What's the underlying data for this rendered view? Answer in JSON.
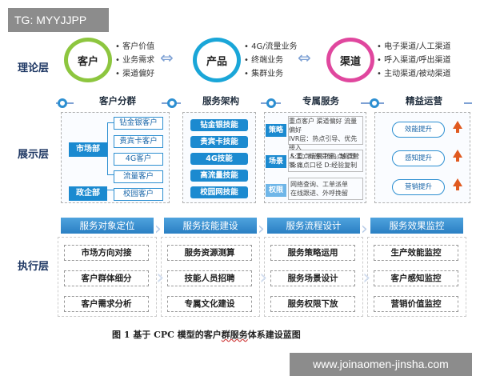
{
  "watermarks": {
    "top": "TG: MYYJJPP",
    "bottom": "www.joinaomen-jinsha.com"
  },
  "layers": {
    "theory": "理论层",
    "display": "展示层",
    "execution": "执行层"
  },
  "theory": {
    "customer": {
      "label": "客户",
      "items": [
        "客户价值",
        "业务需求",
        "渠道偏好"
      ]
    },
    "product": {
      "label": "产品",
      "items": [
        "4G/流量业务",
        "终端业务",
        "集群业务"
      ]
    },
    "channel": {
      "label": "渠道",
      "items": [
        "电子渠道/人工渠道",
        "呼入渠道/呼出渠道",
        "主动渠道/被动渠道"
      ]
    }
  },
  "sections": {
    "segmentation": "客户分群",
    "architecture": "服务架构",
    "dedicated": "专属服务",
    "operation": "精益运营"
  },
  "segmentation": {
    "market_dept": "市场部",
    "gov_dept": "政企部",
    "market_groups": [
      "钻金银客户",
      "贵宾卡客户",
      "4G客户",
      "流量客户"
    ],
    "gov_groups": [
      "校园客户"
    ]
  },
  "architecture": {
    "skills": [
      "钻金银技能",
      "贵宾卡技能",
      "4G技能",
      "高流量技能",
      "校园网技能"
    ]
  },
  "dedicated": {
    "rows": [
      {
        "tag": "策略",
        "lines": [
          "重点客户 渠道偏好 流量偏好",
          "IVR层：热点引导、优先接入",
          "人工：标签提醒、触点营销"
        ]
      },
      {
        "tag": "场景",
        "lines": [
          "S:重点场景  P:热点问题",
          "S:痛点口径  D:经验复制"
        ]
      },
      {
        "tag": "权限",
        "lines": [
          "网络查询、工单派单",
          "在线跟进、外呼挽留"
        ]
      }
    ]
  },
  "operation": {
    "items": [
      "效能提升",
      "感知提升",
      "营销提升"
    ]
  },
  "exec_headers": [
    "服务对象定位",
    "服务技能建设",
    "服务流程设计",
    "服务效果监控"
  ],
  "exec_columns": [
    [
      "市场方向对接",
      "客户群体细分",
      "客户需求分析"
    ],
    [
      "服务资源测算",
      "技能人员招聘",
      "专属文化建设"
    ],
    [
      "服务策略运用",
      "服务场景设计",
      "服务权限下放"
    ],
    [
      "生产效能监控",
      "客户感知监控",
      "营销价值监控"
    ]
  ],
  "caption": {
    "prefix": "图 1  基于 CPC 模型的客户",
    "wavy": "群服务",
    "suffix": "体系建设蓝图"
  },
  "colors": {
    "accent_blue": "#1b8ad0",
    "green_ring": "#8dc63f",
    "blue_ring": "#1aa6d8",
    "pink_ring": "#e0479e",
    "arrow_orange": "#e05a20"
  }
}
